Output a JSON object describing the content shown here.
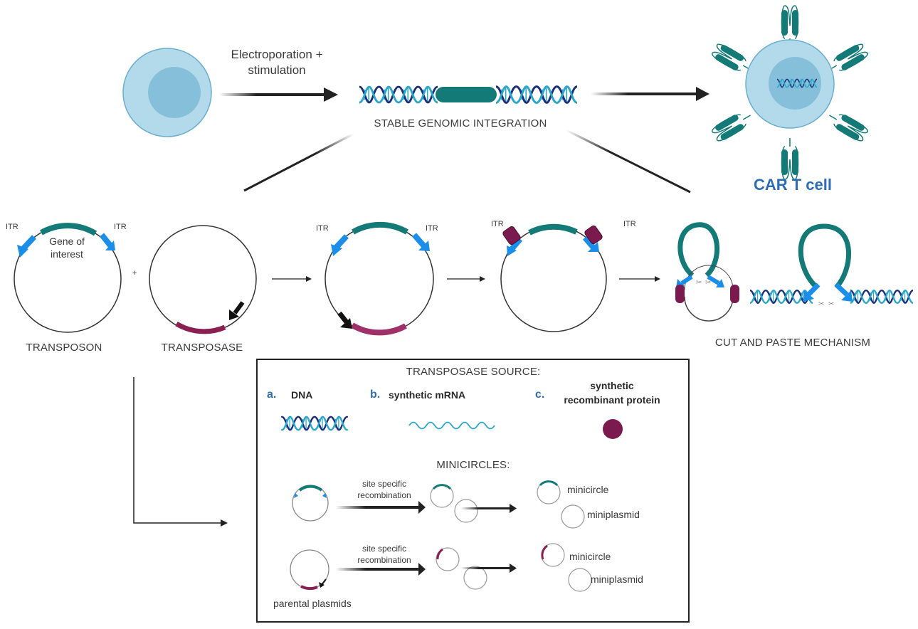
{
  "top": {
    "step_label_line1": "Electroporation +",
    "step_label_line2": "stimulation",
    "integration_label": "STABLE GENOMIC INTEGRATION",
    "result_label": "CAR T cell"
  },
  "mechanism": {
    "itr_label": "ITR",
    "gene_label_line1": "Gene of",
    "gene_label_line2": "interest",
    "plus_sign": "+",
    "transposon_label": "TRANSPOSON",
    "transposase_label": "TRANSPOSASE",
    "cut_paste_label": "CUT AND PASTE MECHANISM"
  },
  "legend": {
    "source_title": "TRANSPOSASE SOURCE:",
    "sources": [
      {
        "letter": "a.",
        "label": "DNA",
        "icon": "dna-helix-icon"
      },
      {
        "letter": "b.",
        "label": "synthetic mRNA",
        "icon": "mrna-strand-icon"
      },
      {
        "letter": "c.",
        "label_line1": "synthetic",
        "label_line2": "recombinant protein",
        "icon": "protein-blob-icon"
      }
    ],
    "minicircles_title": "MINICIRCLES:",
    "rows": [
      {
        "arrow_label_line1": "site specific",
        "arrow_label_line2": "recombination",
        "product1": "minicircle",
        "product2": "miniplasmid"
      },
      {
        "arrow_label_line1": "site specific",
        "arrow_label_line2": "recombination",
        "product1": "minicircle",
        "product2": "miniplasmid"
      }
    ],
    "parental_label": "parental plasmids"
  },
  "colors": {
    "cell_outer": "#b3daea",
    "cell_inner": "#86bfda",
    "cell_stroke": "#6aaed0",
    "teal_gene": "#137a78",
    "itr_blue": "#1a8ee8",
    "transposase_maroon": "#8a1f52",
    "protein_maroon": "#7a1a4f",
    "dna_dark": "#1c2f7a",
    "dna_light": "#2aa7c9",
    "car_blue": "#2d6db5"
  }
}
